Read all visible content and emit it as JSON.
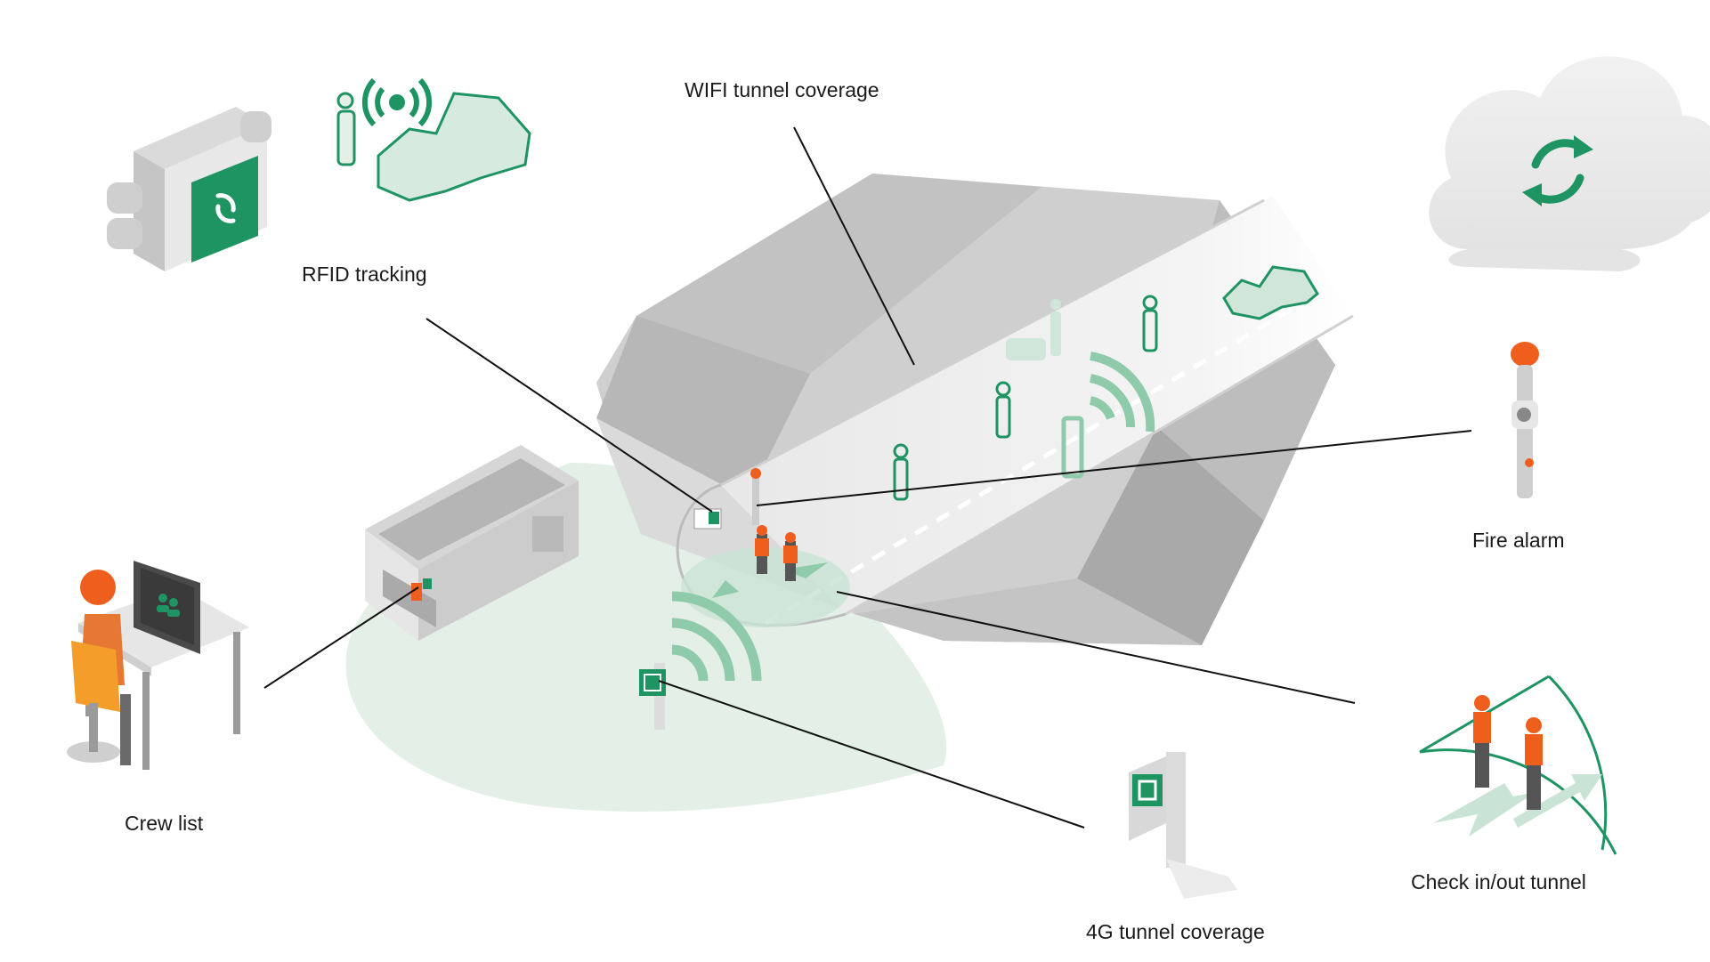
{
  "labels": {
    "wifi": "WIFI tunnel coverage",
    "rfid": "RFID tracking",
    "fire": "Fire alarm",
    "crew": "Crew list",
    "checkin": "Check in/out tunnel",
    "g4": "4G tunnel coverage"
  },
  "colors": {
    "brand_green": "#1f9463",
    "light_green": "#d6eadf",
    "mid_green": "#8fcbab",
    "orange": "#ee5f1e",
    "rock": "#c9c9c9",
    "rock_dark": "#b4b4b4",
    "rock_light": "#e2e2e2",
    "tunnel": "#eeeeee",
    "line": "#111111"
  }
}
